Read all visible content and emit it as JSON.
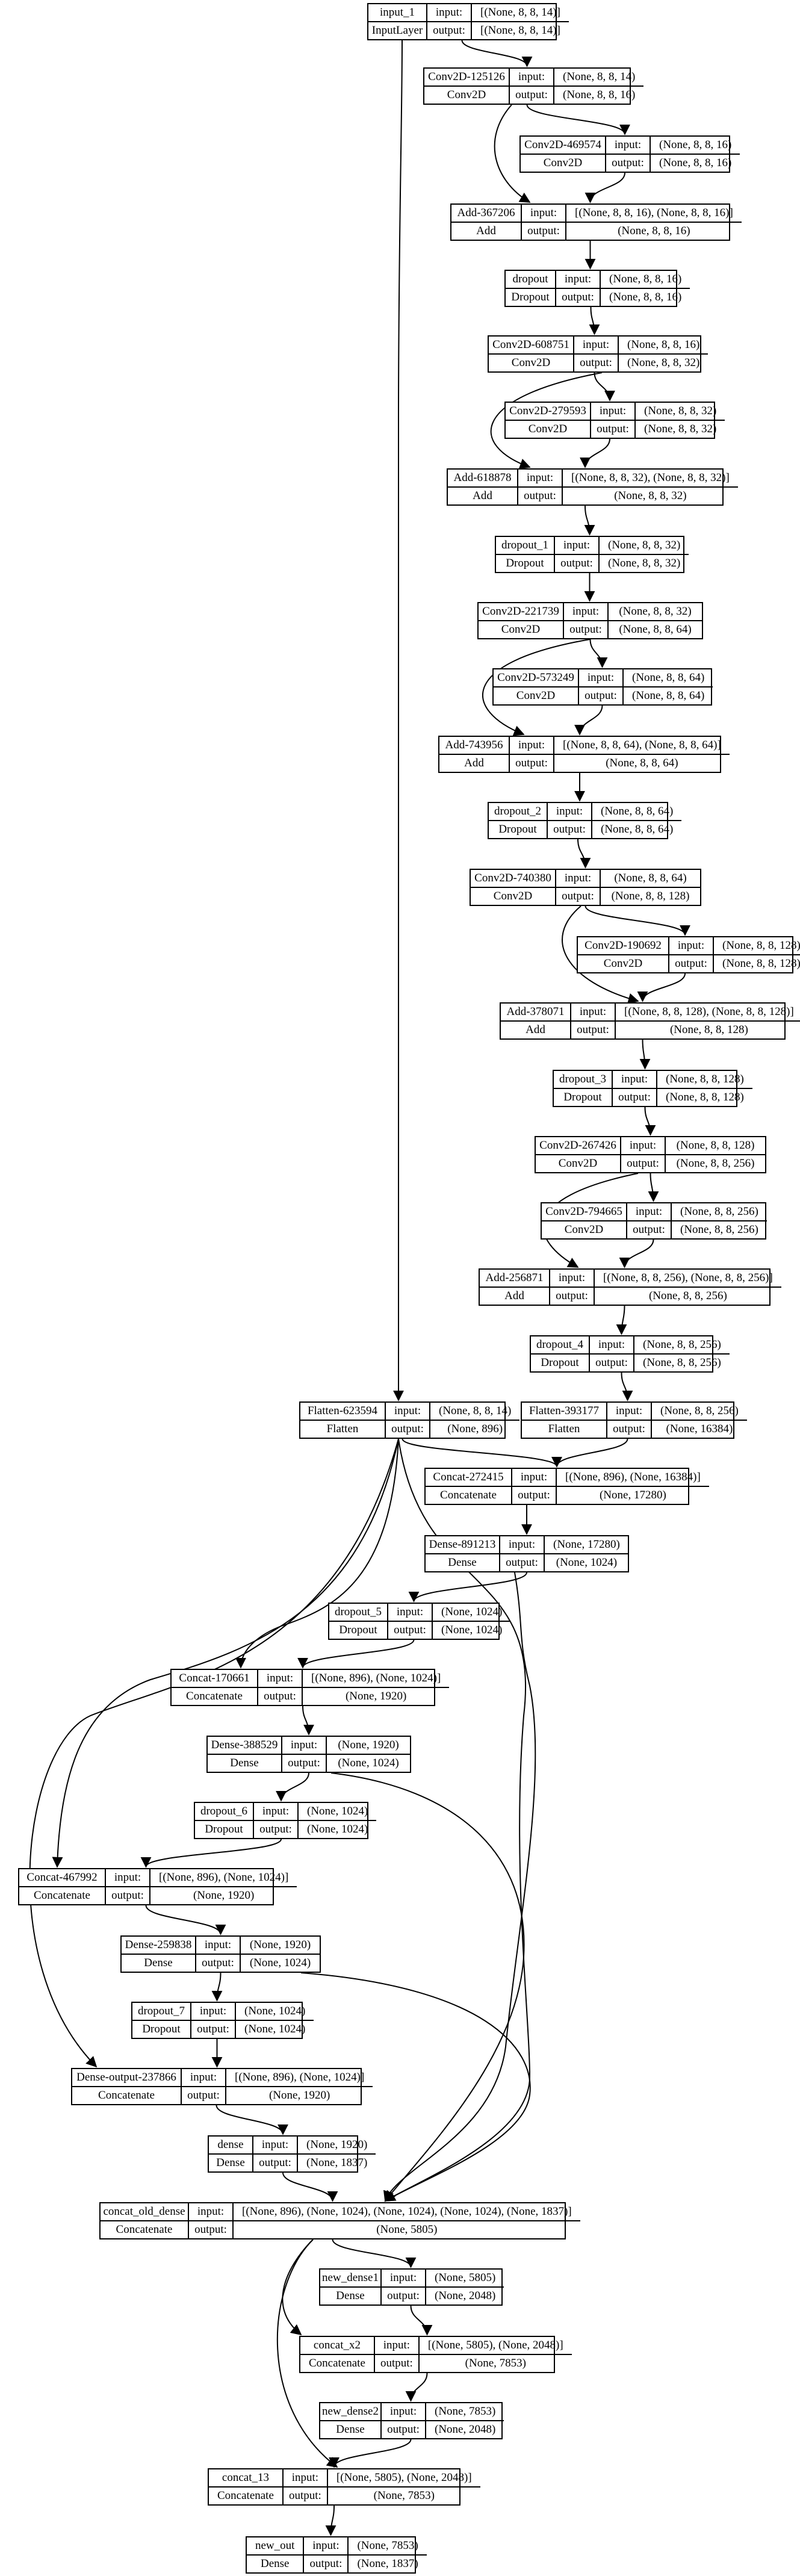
{
  "nodes": [
    {
      "id": "input_1",
      "name": "input_1",
      "type": "InputLayer",
      "input": "[(None, 8, 8, 14)]",
      "output": "[(None, 8, 8, 14)]"
    },
    {
      "id": "c125126",
      "name": "Conv2D-125126",
      "type": "Conv2D",
      "input": "(None, 8, 8, 14)",
      "output": "(None, 8, 8, 16)"
    },
    {
      "id": "c469574",
      "name": "Conv2D-469574",
      "type": "Conv2D",
      "input": "(None, 8, 8, 16)",
      "output": "(None, 8, 8, 16)"
    },
    {
      "id": "a367206",
      "name": "Add-367206",
      "type": "Add",
      "input": "[(None, 8, 8, 16), (None, 8, 8, 16)]",
      "output": "(None, 8, 8, 16)"
    },
    {
      "id": "dropout",
      "name": "dropout",
      "type": "Dropout",
      "input": "(None, 8, 8, 16)",
      "output": "(None, 8, 8, 16)"
    },
    {
      "id": "c608751",
      "name": "Conv2D-608751",
      "type": "Conv2D",
      "input": "(None, 8, 8, 16)",
      "output": "(None, 8, 8, 32)"
    },
    {
      "id": "c279593",
      "name": "Conv2D-279593",
      "type": "Conv2D",
      "input": "(None, 8, 8, 32)",
      "output": "(None, 8, 8, 32)"
    },
    {
      "id": "a618878",
      "name": "Add-618878",
      "type": "Add",
      "input": "[(None, 8, 8, 32), (None, 8, 8, 32)]",
      "output": "(None, 8, 8, 32)"
    },
    {
      "id": "dropout_1",
      "name": "dropout_1",
      "type": "Dropout",
      "input": "(None, 8, 8, 32)",
      "output": "(None, 8, 8, 32)"
    },
    {
      "id": "c221739",
      "name": "Conv2D-221739",
      "type": "Conv2D",
      "input": "(None, 8, 8, 32)",
      "output": "(None, 8, 8, 64)"
    },
    {
      "id": "c573249",
      "name": "Conv2D-573249",
      "type": "Conv2D",
      "input": "(None, 8, 8, 64)",
      "output": "(None, 8, 8, 64)"
    },
    {
      "id": "a743956",
      "name": "Add-743956",
      "type": "Add",
      "input": "[(None, 8, 8, 64), (None, 8, 8, 64)]",
      "output": "(None, 8, 8, 64)"
    },
    {
      "id": "dropout_2",
      "name": "dropout_2",
      "type": "Dropout",
      "input": "(None, 8, 8, 64)",
      "output": "(None, 8, 8, 64)"
    },
    {
      "id": "c740380",
      "name": "Conv2D-740380",
      "type": "Conv2D",
      "input": "(None, 8, 8, 64)",
      "output": "(None, 8, 8, 128)"
    },
    {
      "id": "c190692",
      "name": "Conv2D-190692",
      "type": "Conv2D",
      "input": "(None, 8, 8, 128)",
      "output": "(None, 8, 8, 128)"
    },
    {
      "id": "a378071",
      "name": "Add-378071",
      "type": "Add",
      "input": "[(None, 8, 8, 128), (None, 8, 8, 128)]",
      "output": "(None, 8, 8, 128)"
    },
    {
      "id": "dropout_3",
      "name": "dropout_3",
      "type": "Dropout",
      "input": "(None, 8, 8, 128)",
      "output": "(None, 8, 8, 128)"
    },
    {
      "id": "c267426",
      "name": "Conv2D-267426",
      "type": "Conv2D",
      "input": "(None, 8, 8, 128)",
      "output": "(None, 8, 8, 256)"
    },
    {
      "id": "c794665",
      "name": "Conv2D-794665",
      "type": "Conv2D",
      "input": "(None, 8, 8, 256)",
      "output": "(None, 8, 8, 256)"
    },
    {
      "id": "a256871",
      "name": "Add-256871",
      "type": "Add",
      "input": "[(None, 8, 8, 256), (None, 8, 8, 256)]",
      "output": "(None, 8, 8, 256)"
    },
    {
      "id": "dropout_4",
      "name": "dropout_4",
      "type": "Dropout",
      "input": "(None, 8, 8, 256)",
      "output": "(None, 8, 8, 256)"
    },
    {
      "id": "f623594",
      "name": "Flatten-623594",
      "type": "Flatten",
      "input": "(None, 8, 8, 14)",
      "output": "(None, 896)"
    },
    {
      "id": "f393177",
      "name": "Flatten-393177",
      "type": "Flatten",
      "input": "(None, 8, 8, 256)",
      "output": "(None, 16384)"
    },
    {
      "id": "cc272415",
      "name": "Concat-272415",
      "type": "Concatenate",
      "input": "[(None, 896), (None, 16384)]",
      "output": "(None, 17280)"
    },
    {
      "id": "d891213",
      "name": "Dense-891213",
      "type": "Dense",
      "input": "(None, 17280)",
      "output": "(None, 1024)"
    },
    {
      "id": "dropout_5",
      "name": "dropout_5",
      "type": "Dropout",
      "input": "(None, 1024)",
      "output": "(None, 1024)"
    },
    {
      "id": "cc170661",
      "name": "Concat-170661",
      "type": "Concatenate",
      "input": "[(None, 896), (None, 1024)]",
      "output": "(None, 1920)"
    },
    {
      "id": "d388529",
      "name": "Dense-388529",
      "type": "Dense",
      "input": "(None, 1920)",
      "output": "(None, 1024)"
    },
    {
      "id": "dropout_6",
      "name": "dropout_6",
      "type": "Dropout",
      "input": "(None, 1024)",
      "output": "(None, 1024)"
    },
    {
      "id": "cc467992",
      "name": "Concat-467992",
      "type": "Concatenate",
      "input": "[(None, 896), (None, 1024)]",
      "output": "(None, 1920)"
    },
    {
      "id": "d259838",
      "name": "Dense-259838",
      "type": "Dense",
      "input": "(None, 1920)",
      "output": "(None, 1024)"
    },
    {
      "id": "dropout_7",
      "name": "dropout_7",
      "type": "Dropout",
      "input": "(None, 1024)",
      "output": "(None, 1024)"
    },
    {
      "id": "cc237866",
      "name": "Dense-output-237866",
      "type": "Concatenate",
      "input": "[(None, 896), (None, 1024)]",
      "output": "(None, 1920)"
    },
    {
      "id": "dense",
      "name": "dense",
      "type": "Dense",
      "input": "(None, 1920)",
      "output": "(None, 1837)"
    },
    {
      "id": "concat_old_dense",
      "name": "concat_old_dense",
      "type": "Concatenate",
      "input": "[(None, 896), (None, 1024), (None, 1024), (None, 1024), (None, 1837)]",
      "output": "(None, 5805)"
    },
    {
      "id": "new_dense1",
      "name": "new_dense1",
      "type": "Dense",
      "input": "(None, 5805)",
      "output": "(None, 2048)"
    },
    {
      "id": "concat_x2",
      "name": "concat_x2",
      "type": "Concatenate",
      "input": "[(None, 5805), (None, 2048)]",
      "output": "(None, 7853)"
    },
    {
      "id": "new_dense2",
      "name": "new_dense2",
      "type": "Dense",
      "input": "(None, 7853)",
      "output": "(None, 2048)"
    },
    {
      "id": "concat_13",
      "name": "concat_13",
      "type": "Concatenate",
      "input": "[(None, 5805), (None, 2048)]",
      "output": "(None, 7853)"
    },
    {
      "id": "new_out",
      "name": "new_out",
      "type": "Dense",
      "input": "(None, 7853)",
      "output": "(None, 1837)"
    }
  ],
  "labels": {
    "input": "input:",
    "output": "output:"
  },
  "edges": [
    [
      "input_1",
      "c125126"
    ],
    [
      "input_1",
      "f623594"
    ],
    [
      "c125126",
      "c469574"
    ],
    [
      "c125126",
      "a367206"
    ],
    [
      "c469574",
      "a367206"
    ],
    [
      "a367206",
      "dropout"
    ],
    [
      "dropout",
      "c608751"
    ],
    [
      "c608751",
      "c279593"
    ],
    [
      "c608751",
      "a618878"
    ],
    [
      "c279593",
      "a618878"
    ],
    [
      "a618878",
      "dropout_1"
    ],
    [
      "dropout_1",
      "c221739"
    ],
    [
      "c221739",
      "c573249"
    ],
    [
      "c221739",
      "a743956"
    ],
    [
      "c573249",
      "a743956"
    ],
    [
      "a743956",
      "dropout_2"
    ],
    [
      "dropout_2",
      "c740380"
    ],
    [
      "c740380",
      "c190692"
    ],
    [
      "c740380",
      "a378071"
    ],
    [
      "c190692",
      "a378071"
    ],
    [
      "a378071",
      "dropout_3"
    ],
    [
      "dropout_3",
      "c267426"
    ],
    [
      "c267426",
      "c794665"
    ],
    [
      "c267426",
      "a256871"
    ],
    [
      "c794665",
      "a256871"
    ],
    [
      "a256871",
      "dropout_4"
    ],
    [
      "dropout_4",
      "f393177"
    ],
    [
      "f623594",
      "cc272415"
    ],
    [
      "f393177",
      "cc272415"
    ],
    [
      "cc272415",
      "d891213"
    ],
    [
      "d891213",
      "dropout_5"
    ],
    [
      "d891213",
      "concat_old_dense"
    ],
    [
      "f623594",
      "cc170661"
    ],
    [
      "dropout_5",
      "cc170661"
    ],
    [
      "cc170661",
      "d388529"
    ],
    [
      "d388529",
      "dropout_6"
    ],
    [
      "d388529",
      "concat_old_dense"
    ],
    [
      "f623594",
      "cc467992"
    ],
    [
      "dropout_6",
      "cc467992"
    ],
    [
      "cc467992",
      "d259838"
    ],
    [
      "d259838",
      "dropout_7"
    ],
    [
      "d259838",
      "concat_old_dense"
    ],
    [
      "f623594",
      "cc237866"
    ],
    [
      "dropout_7",
      "cc237866"
    ],
    [
      "cc237866",
      "dense"
    ],
    [
      "dense",
      "concat_old_dense"
    ],
    [
      "f623594",
      "concat_old_dense"
    ],
    [
      "concat_old_dense",
      "new_dense1"
    ],
    [
      "concat_old_dense",
      "concat_x2"
    ],
    [
      "new_dense1",
      "concat_x2"
    ],
    [
      "concat_x2",
      "new_dense2"
    ],
    [
      "concat_old_dense",
      "concat_13"
    ],
    [
      "new_dense2",
      "concat_13"
    ],
    [
      "concat_13",
      "new_out"
    ]
  ]
}
